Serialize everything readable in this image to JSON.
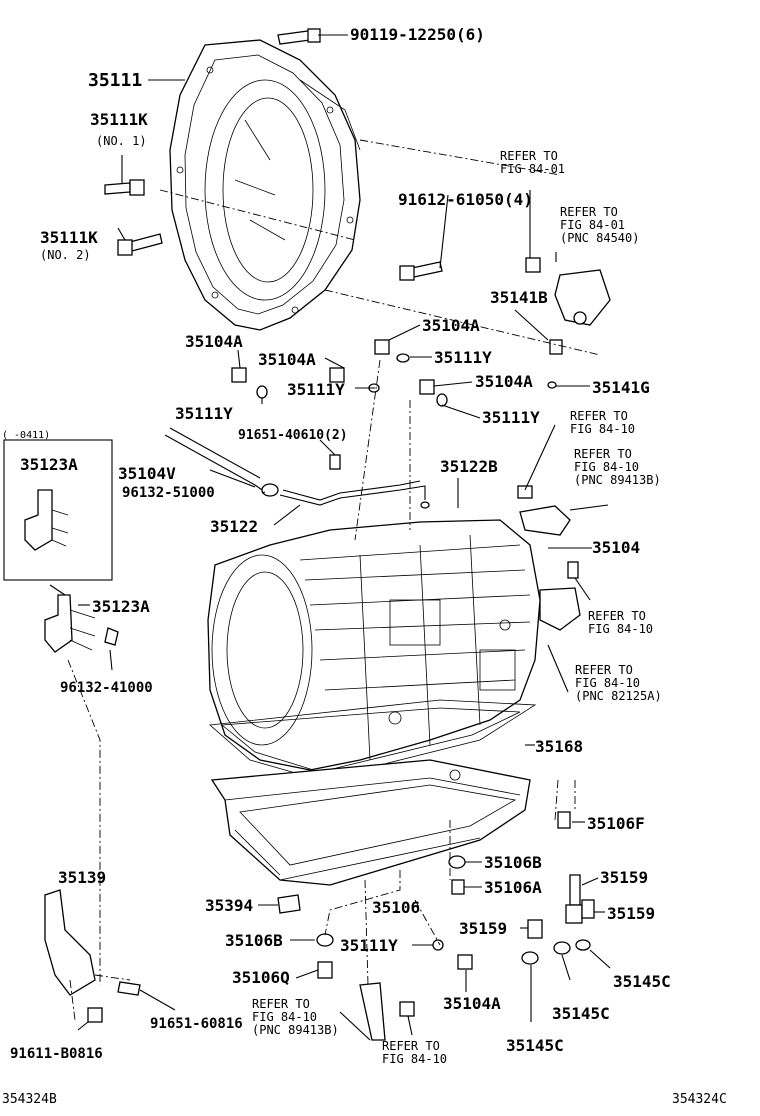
{
  "labels": {
    "p90119": "90119-12250(6)",
    "p35111": "35111",
    "p35111K_1": "35111K",
    "no1": "(NO. 1)",
    "p35111K_2": "35111K",
    "no2": "(NO. 2)",
    "p91612": "91612-61050(4)",
    "p35141B": "35141B",
    "p35104A_1": "35104A",
    "p35104A_2": "35104A",
    "p35104A_3": "35104A",
    "p35104A_4": "35104A",
    "p35111Y_1": "35111Y",
    "p35111Y_2": "35111Y",
    "p35111Y_3": "35111Y",
    "p35111Y_4": "35111Y",
    "p35141G": "35141G",
    "p91651_40610": "91651-40610(2)",
    "inset_range": "(    -0411)",
    "p35123A_1": "35123A",
    "p35104V": "35104V",
    "p96132_51000": "96132-51000",
    "p35122B": "35122B",
    "p35122": "35122",
    "p35104": "35104",
    "p35123A_2": "35123A",
    "p96132_41000": "96132-41000",
    "p35168": "35168",
    "p35106F": "35106F",
    "p35139": "35139",
    "p35106B_1": "35106B",
    "p35106A": "35106A",
    "p35159_1": "35159",
    "p35394": "35394",
    "p35106": "35106",
    "p35159_2": "35159",
    "p35159_3": "35159",
    "p35106B_2": "35106B",
    "p35111Y_5": "35111Y",
    "p35106Q": "35106Q",
    "p35145C_1": "35145C",
    "p35145C_2": "35145C",
    "p35145C_3": "35145C",
    "p35104A_5": "35104A",
    "p91651_60816": "91651-60816",
    "p91611_B0816": "91611-B0816",
    "footer_left": "354324B",
    "footer_right": "354324C"
  },
  "refs": {
    "r1": [
      "REFER TO",
      "FIG 84-01"
    ],
    "r2": [
      "REFER TO",
      "FIG 84-01",
      "(PNC 84540)"
    ],
    "r3": [
      "REFER TO",
      "FIG 84-10"
    ],
    "r4": [
      "REFER TO",
      "FIG 84-10",
      "(PNC 89413B)"
    ],
    "r5": [
      "REFER TO",
      "FIG 84-10"
    ],
    "r6": [
      "REFER TO",
      "FIG 84-10",
      "(PNC 82125A)"
    ],
    "r7": [
      "REFER TO",
      "FIG 84-10",
      "(PNC 89413B)"
    ],
    "r8": [
      "REFER TO",
      "FIG 84-10"
    ]
  }
}
